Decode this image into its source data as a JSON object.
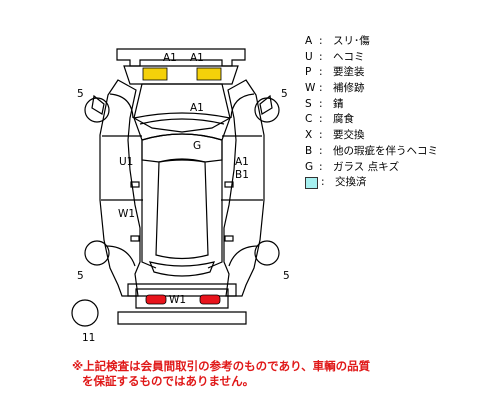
{
  "diagram": {
    "panel_labels": {
      "front_bumper_left": "A1",
      "front_bumper_right": "A1",
      "hood": "A1",
      "roof": "G",
      "left_door": "U1",
      "left_rear": "W1",
      "right_door_1": "A1",
      "right_door_2": "B1",
      "rear_bumper": "W1"
    },
    "tire_labels": {
      "front_left": "5",
      "front_right": "5",
      "rear_left": "5",
      "rear_right": "5",
      "spare": "11"
    },
    "colors": {
      "highlight_yellow": "#f5d10a",
      "highlight_red": "#e8141c",
      "exchanged_cyan": "#a6f0f0"
    }
  },
  "legend": [
    {
      "code": "A",
      "label": "スリ･傷"
    },
    {
      "code": "U",
      "label": "ヘコミ"
    },
    {
      "code": "P",
      "label": "要塗装"
    },
    {
      "code": "W",
      "label": "補修跡"
    },
    {
      "code": "S",
      "label": "錆"
    },
    {
      "code": "C",
      "label": "腐食"
    },
    {
      "code": "X",
      "label": "要交換"
    },
    {
      "code": "B",
      "label": "他の瑕疵を伴うヘコミ"
    },
    {
      "code": "G",
      "label": "ガラス 点キズ"
    },
    {
      "code": "",
      "label": "交換済"
    }
  ],
  "disclaimer": {
    "line1": "※上記検査は会員間取引の参考のものであり、車輌の品質",
    "line2": "を保証するものではありません。"
  }
}
